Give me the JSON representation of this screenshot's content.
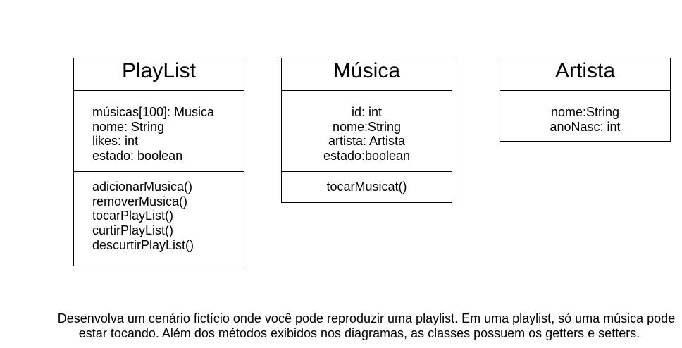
{
  "classes": {
    "playlist": {
      "name": "PlayList",
      "attributes": [
        "músicas[100]: Musica",
        "nome: String",
        "likes: int",
        "estado: boolean"
      ],
      "methods": [
        "adicionarMusica()",
        "removerMusica()",
        "tocarPlayList()",
        "curtirPlayList()",
        "descurtirPlayList()"
      ]
    },
    "musica": {
      "name": "Música",
      "attributes": [
        "id: int",
        "nome:String",
        "artista: Artista",
        "estado:boolean"
      ],
      "methods": [
        "tocarMusicat()"
      ]
    },
    "artista": {
      "name": "Artista",
      "attributes": [
        "nome:String",
        "anoNasc: int"
      ],
      "methods": []
    }
  },
  "caption": {
    "line1": "Desenvolva um cenário fictício onde você pode reproduzir uma playlist. Em uma playlist, só uma música pode",
    "line2": "estar tocando. Além dos métodos exibidos nos diagramas, as classes possuem os getters e setters."
  }
}
